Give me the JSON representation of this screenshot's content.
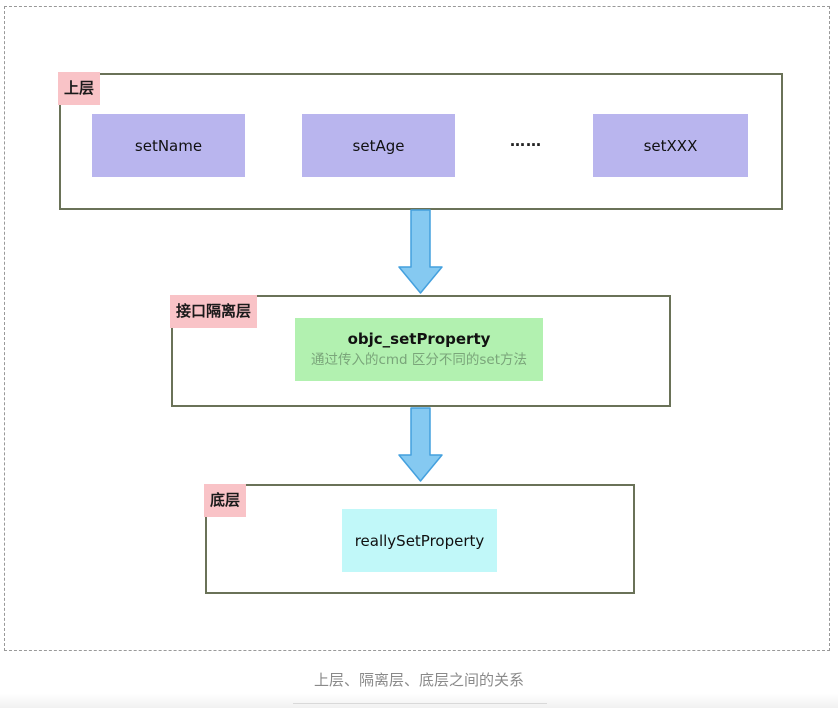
{
  "diagram": {
    "upper_layer": {
      "label": "上层",
      "methods": [
        "setName",
        "setAge",
        "setXXX"
      ],
      "ellipsis": "……"
    },
    "isolation_layer": {
      "label": "接口隔离层",
      "title": "objc_setProperty",
      "subtitle": "通过传入的cmd 区分不同的set方法"
    },
    "bottom_layer": {
      "label": "底层",
      "title": "reallySetProperty"
    },
    "caption": "上层、隔离层、底层之间的关系",
    "colors": {
      "label_bg": "#f9c3c7",
      "method_bg": "#b9b5ee",
      "isolation_bg": "#b2f1b0",
      "isolation_subtitle_text": "#7aa57a",
      "bottom_bg": "#c1f8f9",
      "arrow_fill": "#85c9f1",
      "arrow_stroke": "#44a0de",
      "box_border": "#6a7258",
      "dashed_border": "#999999",
      "caption_text": "#8a8a8a"
    }
  }
}
